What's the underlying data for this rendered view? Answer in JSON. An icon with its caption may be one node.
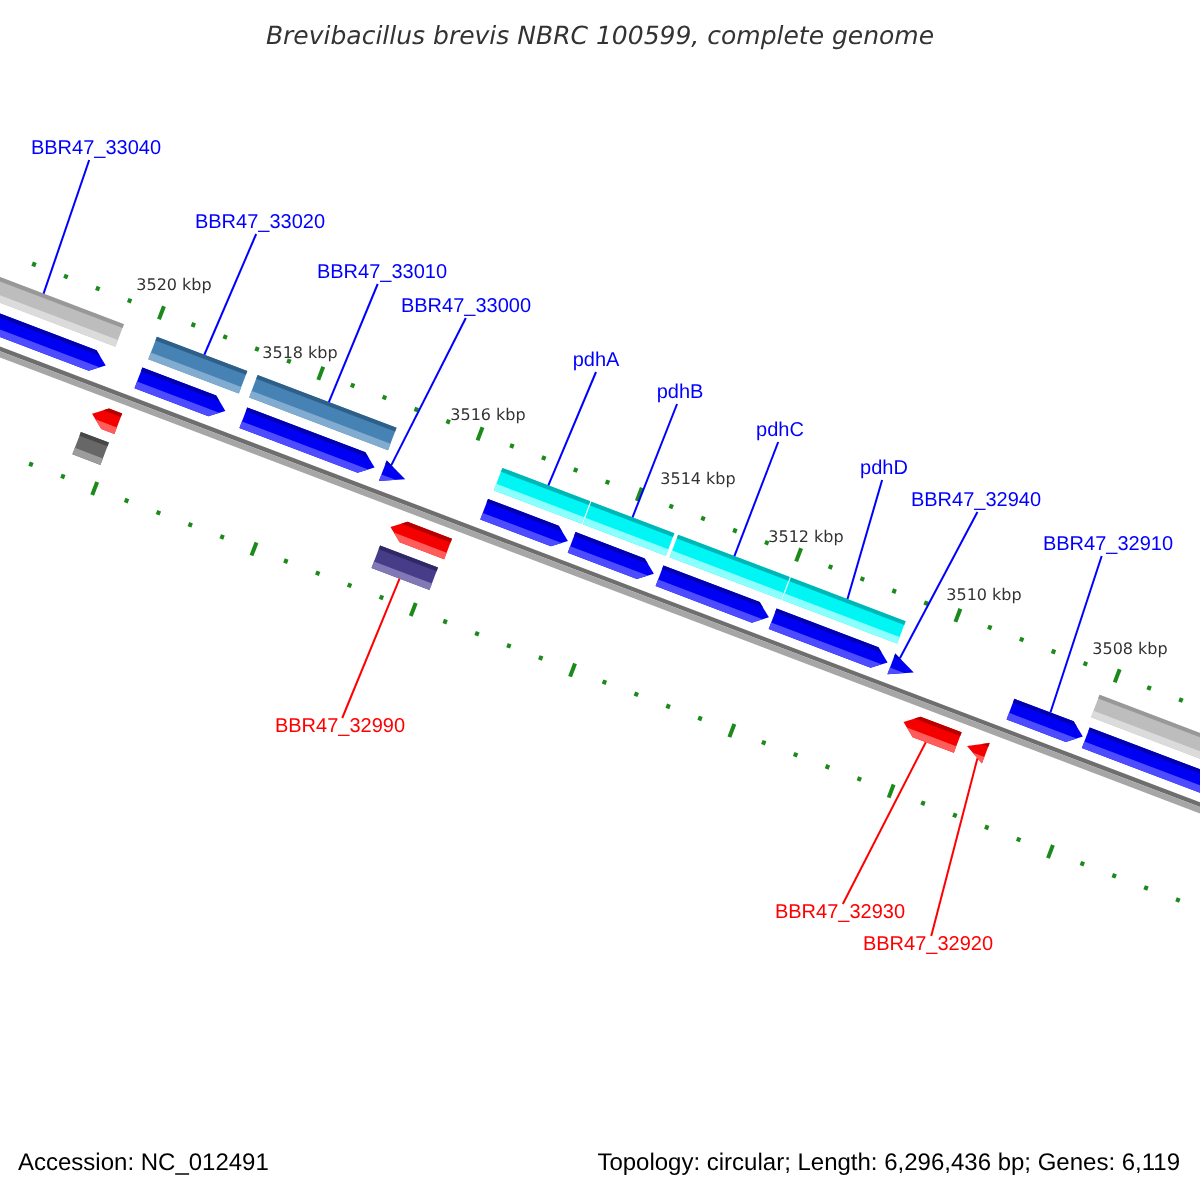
{
  "diagram": {
    "title": "Brevibacillus brevis NBRC 100599, complete genome",
    "nodes": [
      {
        "text": [
          "BBR47_33040"
        ]
      },
      {
        "text": [
          "BBR47_33020"
        ]
      },
      {
        "text": [
          "BBR47_33010"
        ]
      },
      {
        "text": [
          "BBR47_33000"
        ]
      },
      {
        "text": [
          "pdhA"
        ]
      },
      {
        "text": [
          "pdhB"
        ]
      },
      {
        "text": [
          "pdhC"
        ]
      },
      {
        "text": [
          "pdhD"
        ]
      },
      {
        "text": [
          "BBR47_32940"
        ]
      },
      {
        "text": [
          "BBR47_32910"
        ]
      },
      {
        "text": [
          "BBR47_32990"
        ]
      },
      {
        "text": [
          "BBR47_32930"
        ]
      },
      {
        "text": [
          "BBR47_32920"
        ]
      },
      {
        "text": [],
        "shape": "bar"
      },
      {
        "text": [],
        "shape": "pentagon"
      },
      {
        "text": [],
        "shape": "bar"
      },
      {
        "text": [],
        "shape": "pentagon"
      },
      {
        "text": [],
        "shape": "pentagon"
      },
      {
        "text": [],
        "shape": "bar"
      },
      {
        "text": [],
        "shape": "pentagon"
      },
      {
        "text": [],
        "shape": "bar"
      },
      {
        "text": [],
        "shape": "bar"
      },
      {
        "text": [],
        "shape": "triangle"
      },
      {
        "text": [],
        "shape": "pentagon"
      },
      {
        "text": [],
        "shape": "pentagon"
      },
      {
        "text": [],
        "shape": "bar"
      },
      {
        "text": [],
        "shape": "pentagon"
      },
      {
        "text": [],
        "shape": "bar"
      },
      {
        "text": [],
        "shape": "pentagon"
      },
      {
        "text": [],
        "shape": "bar"
      },
      {
        "text": [],
        "shape": "pentagon"
      },
      {
        "text": [],
        "shape": "bar"
      },
      {
        "text": [],
        "shape": "triangle"
      },
      {
        "text": [],
        "shape": "pentagon"
      },
      {
        "text": [],
        "shape": "triangle"
      },
      {
        "text": [],
        "shape": "pentagon"
      },
      {
        "text": [],
        "shape": "pentagon"
      },
      {
        "text": [],
        "shape": "bar"
      }
    ],
    "edges": [
      {
        "from": 0,
        "to": 13,
        "arrow": "none"
      },
      {
        "from": 1,
        "to": 18,
        "arrow": "none"
      },
      {
        "from": 2,
        "to": 20,
        "arrow": "none"
      },
      {
        "from": 3,
        "to": 22,
        "arrow": "none"
      },
      {
        "from": 4,
        "to": 25,
        "arrow": "none"
      },
      {
        "from": 5,
        "to": 27,
        "arrow": "none"
      },
      {
        "from": 6,
        "to": 29,
        "arrow": "none"
      },
      {
        "from": 7,
        "to": 31,
        "arrow": "none"
      },
      {
        "from": 8,
        "to": 32,
        "arrow": "none"
      },
      {
        "from": 9,
        "to": 35,
        "arrow": "none"
      },
      {
        "from": 10,
        "to": 21,
        "arrow": "none",
        "color": "#ff0000"
      },
      {
        "from": 11,
        "to": 33,
        "arrow": "none",
        "color": "#ff0000"
      },
      {
        "from": 12,
        "to": 34,
        "arrow": "none",
        "color": "#ff0000"
      }
    ],
    "labels": [
      "3520 kbp",
      "3518 kbp",
      "3516 kbp",
      "3514 kbp",
      "3512 kbp",
      "3510 kbp",
      "3508 kbp",
      "Accession: NC_012491",
      "Topology: circular; Length: 6,296,436 bp; Genes: 6,119"
    ]
  }
}
